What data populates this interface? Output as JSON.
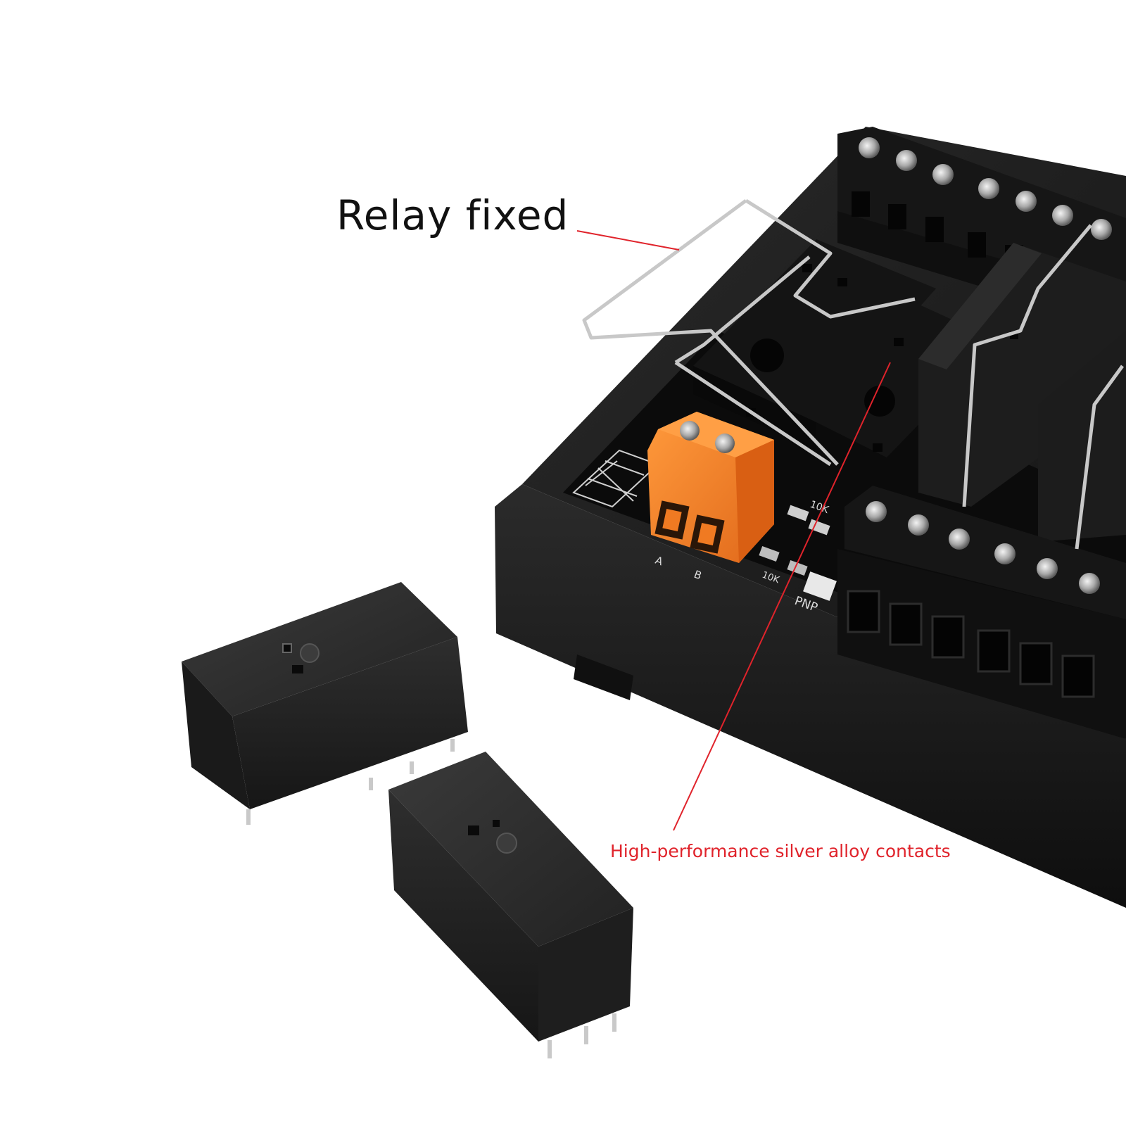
{
  "callouts": {
    "relay_fixed": "Relay fixed",
    "contacts": "High-performance silver alloy contacts"
  },
  "board": {
    "labels": {
      "led_mode": "PNP",
      "resistor_a": "10K",
      "resistor_b": "10K",
      "terminal_a": "A",
      "terminal_b": "B"
    }
  },
  "colors": {
    "callout_line": "#e0232b",
    "board_body": "#1b1b1b",
    "terminal_orange": "#f07a22",
    "relay_body": "#232323",
    "wire_clip": "#c8c8c8"
  },
  "icons": {
    "screw": "screw-head-icon",
    "clip": "wire-retaining-clip-icon"
  }
}
